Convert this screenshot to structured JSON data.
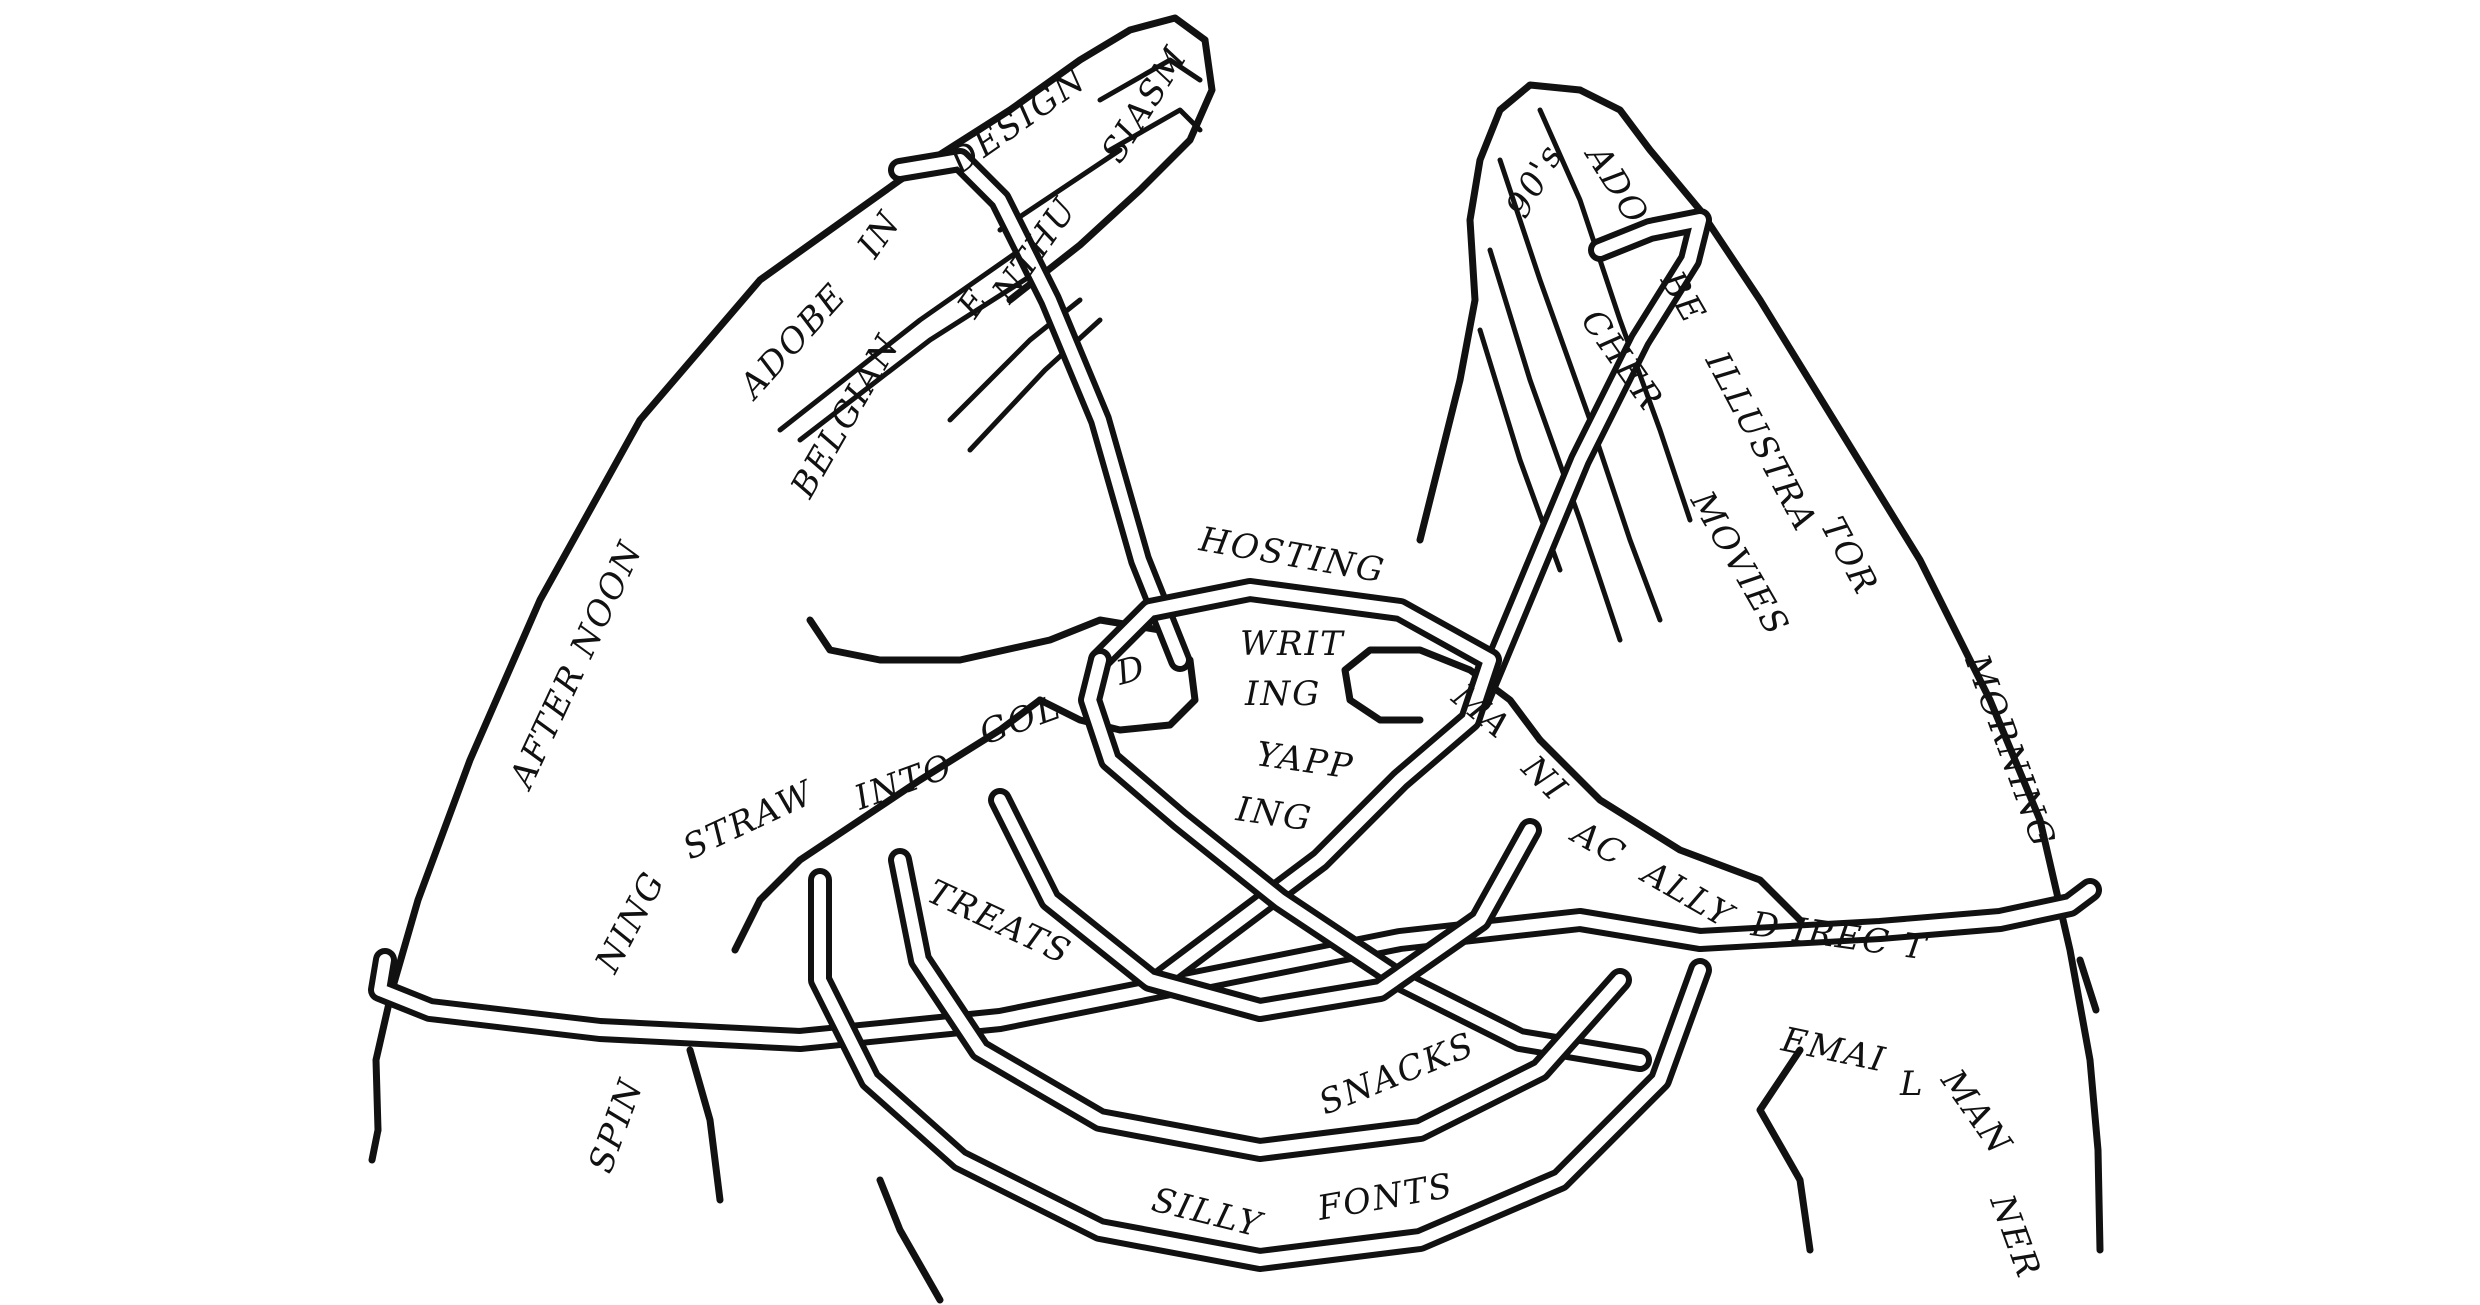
{
  "illustration": {
    "ink_color": "#111111",
    "background": "#ffffff",
    "labels": {
      "design": "DESIGN",
      "adobe": "ADOBE",
      "in": "IN",
      "enthu": "E",
      "nthu": "NTHU",
      "siasm": "SIASM",
      "belgian": "BELGIAN",
      "afternoon": "AFTER NOON",
      "d": "D",
      "gol": "GOL",
      "into": "INTO",
      "straw": "STRAW",
      "ning": "NING",
      "spin": "SPIN",
      "hosting": "HOSTING",
      "writ": "WRIT",
      "ing1": "ING",
      "yapp": "YAPP",
      "ing2": "ING",
      "treats": "TREATS",
      "snacks": "SNACKS",
      "silly": "SILLY",
      "fonts": "FONTS",
      "ado": "ADO",
      "nineties": "90's",
      "be": "BE",
      "cher": "CHER",
      "illustra": "ILLUSTRA",
      "tor": "TOR",
      "movies": "MOVIES",
      "morning": "MORNING",
      "ma": "MA",
      "ni": "NI",
      "ac": "AC",
      "ally": "ALLY",
      "direct": "D IREC T",
      "emai": "EMAI",
      "l": "L",
      "man": "MAN",
      "ner": "NER"
    }
  }
}
